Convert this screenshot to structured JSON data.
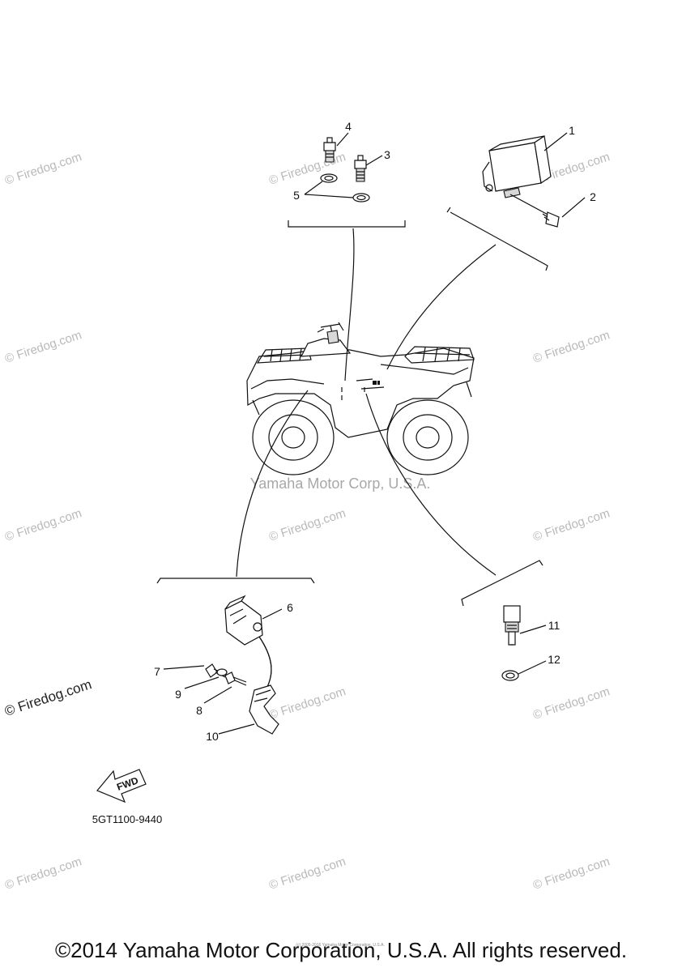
{
  "watermark": {
    "text": "© Firedog.com",
    "center_text": "Yamaha Motor Corp, U.S.A."
  },
  "callouts": {
    "c1": "1",
    "c2": "2",
    "c3": "3",
    "c4": "4",
    "c5": "5",
    "c6": "6",
    "c7": "7",
    "c8": "8",
    "c9": "9",
    "c10": "10",
    "c11": "11",
    "c12": "12"
  },
  "fwd_label": "FWD",
  "part_code": "5GT1100-9440",
  "tiny_credit": "(c) 2005-2016 Yamaha Motor Corporation, U.S.A.",
  "copyright": "©2014 Yamaha Motor Corporation, U.S.A. All rights reserved."
}
